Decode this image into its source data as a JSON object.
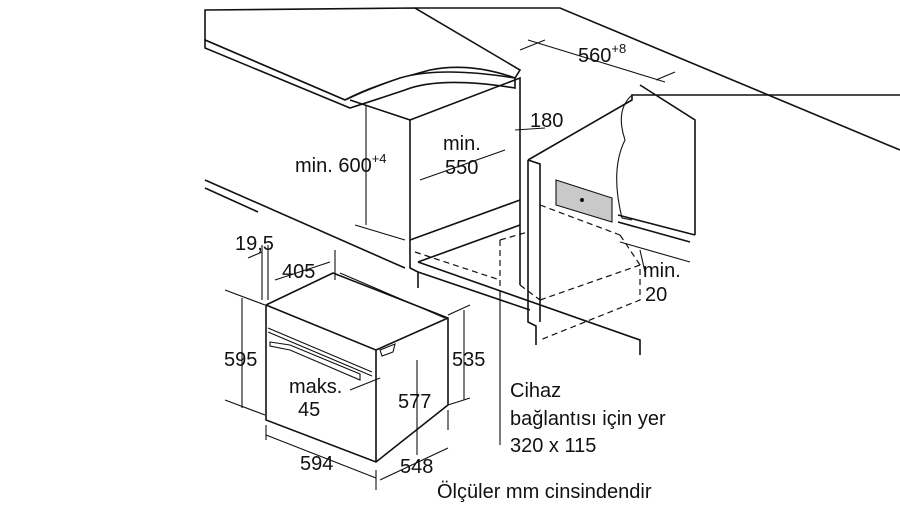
{
  "dimensions": {
    "depth_niche": "560",
    "depth_niche_tol": "+8",
    "vent_gap": "180",
    "niche_height_prefix": "min. 600",
    "niche_height_tol": "+4",
    "niche_width_line1": "min.",
    "niche_width_line2": "550",
    "front_offset": "19,5",
    "top_depth": "405",
    "height": "595",
    "handle_line1": "maks.",
    "handle_line2": "45",
    "inner_height": "577",
    "side_height": "535",
    "width": "594",
    "depth": "548",
    "min_gap_line1": "min.",
    "min_gap_line2": "20"
  },
  "notes": {
    "connection_line1": "Cihaz",
    "connection_line2": "bağlantısı için yer",
    "connection_line3": "320 x 115",
    "units": "Ölçüler mm cinsindendir"
  }
}
